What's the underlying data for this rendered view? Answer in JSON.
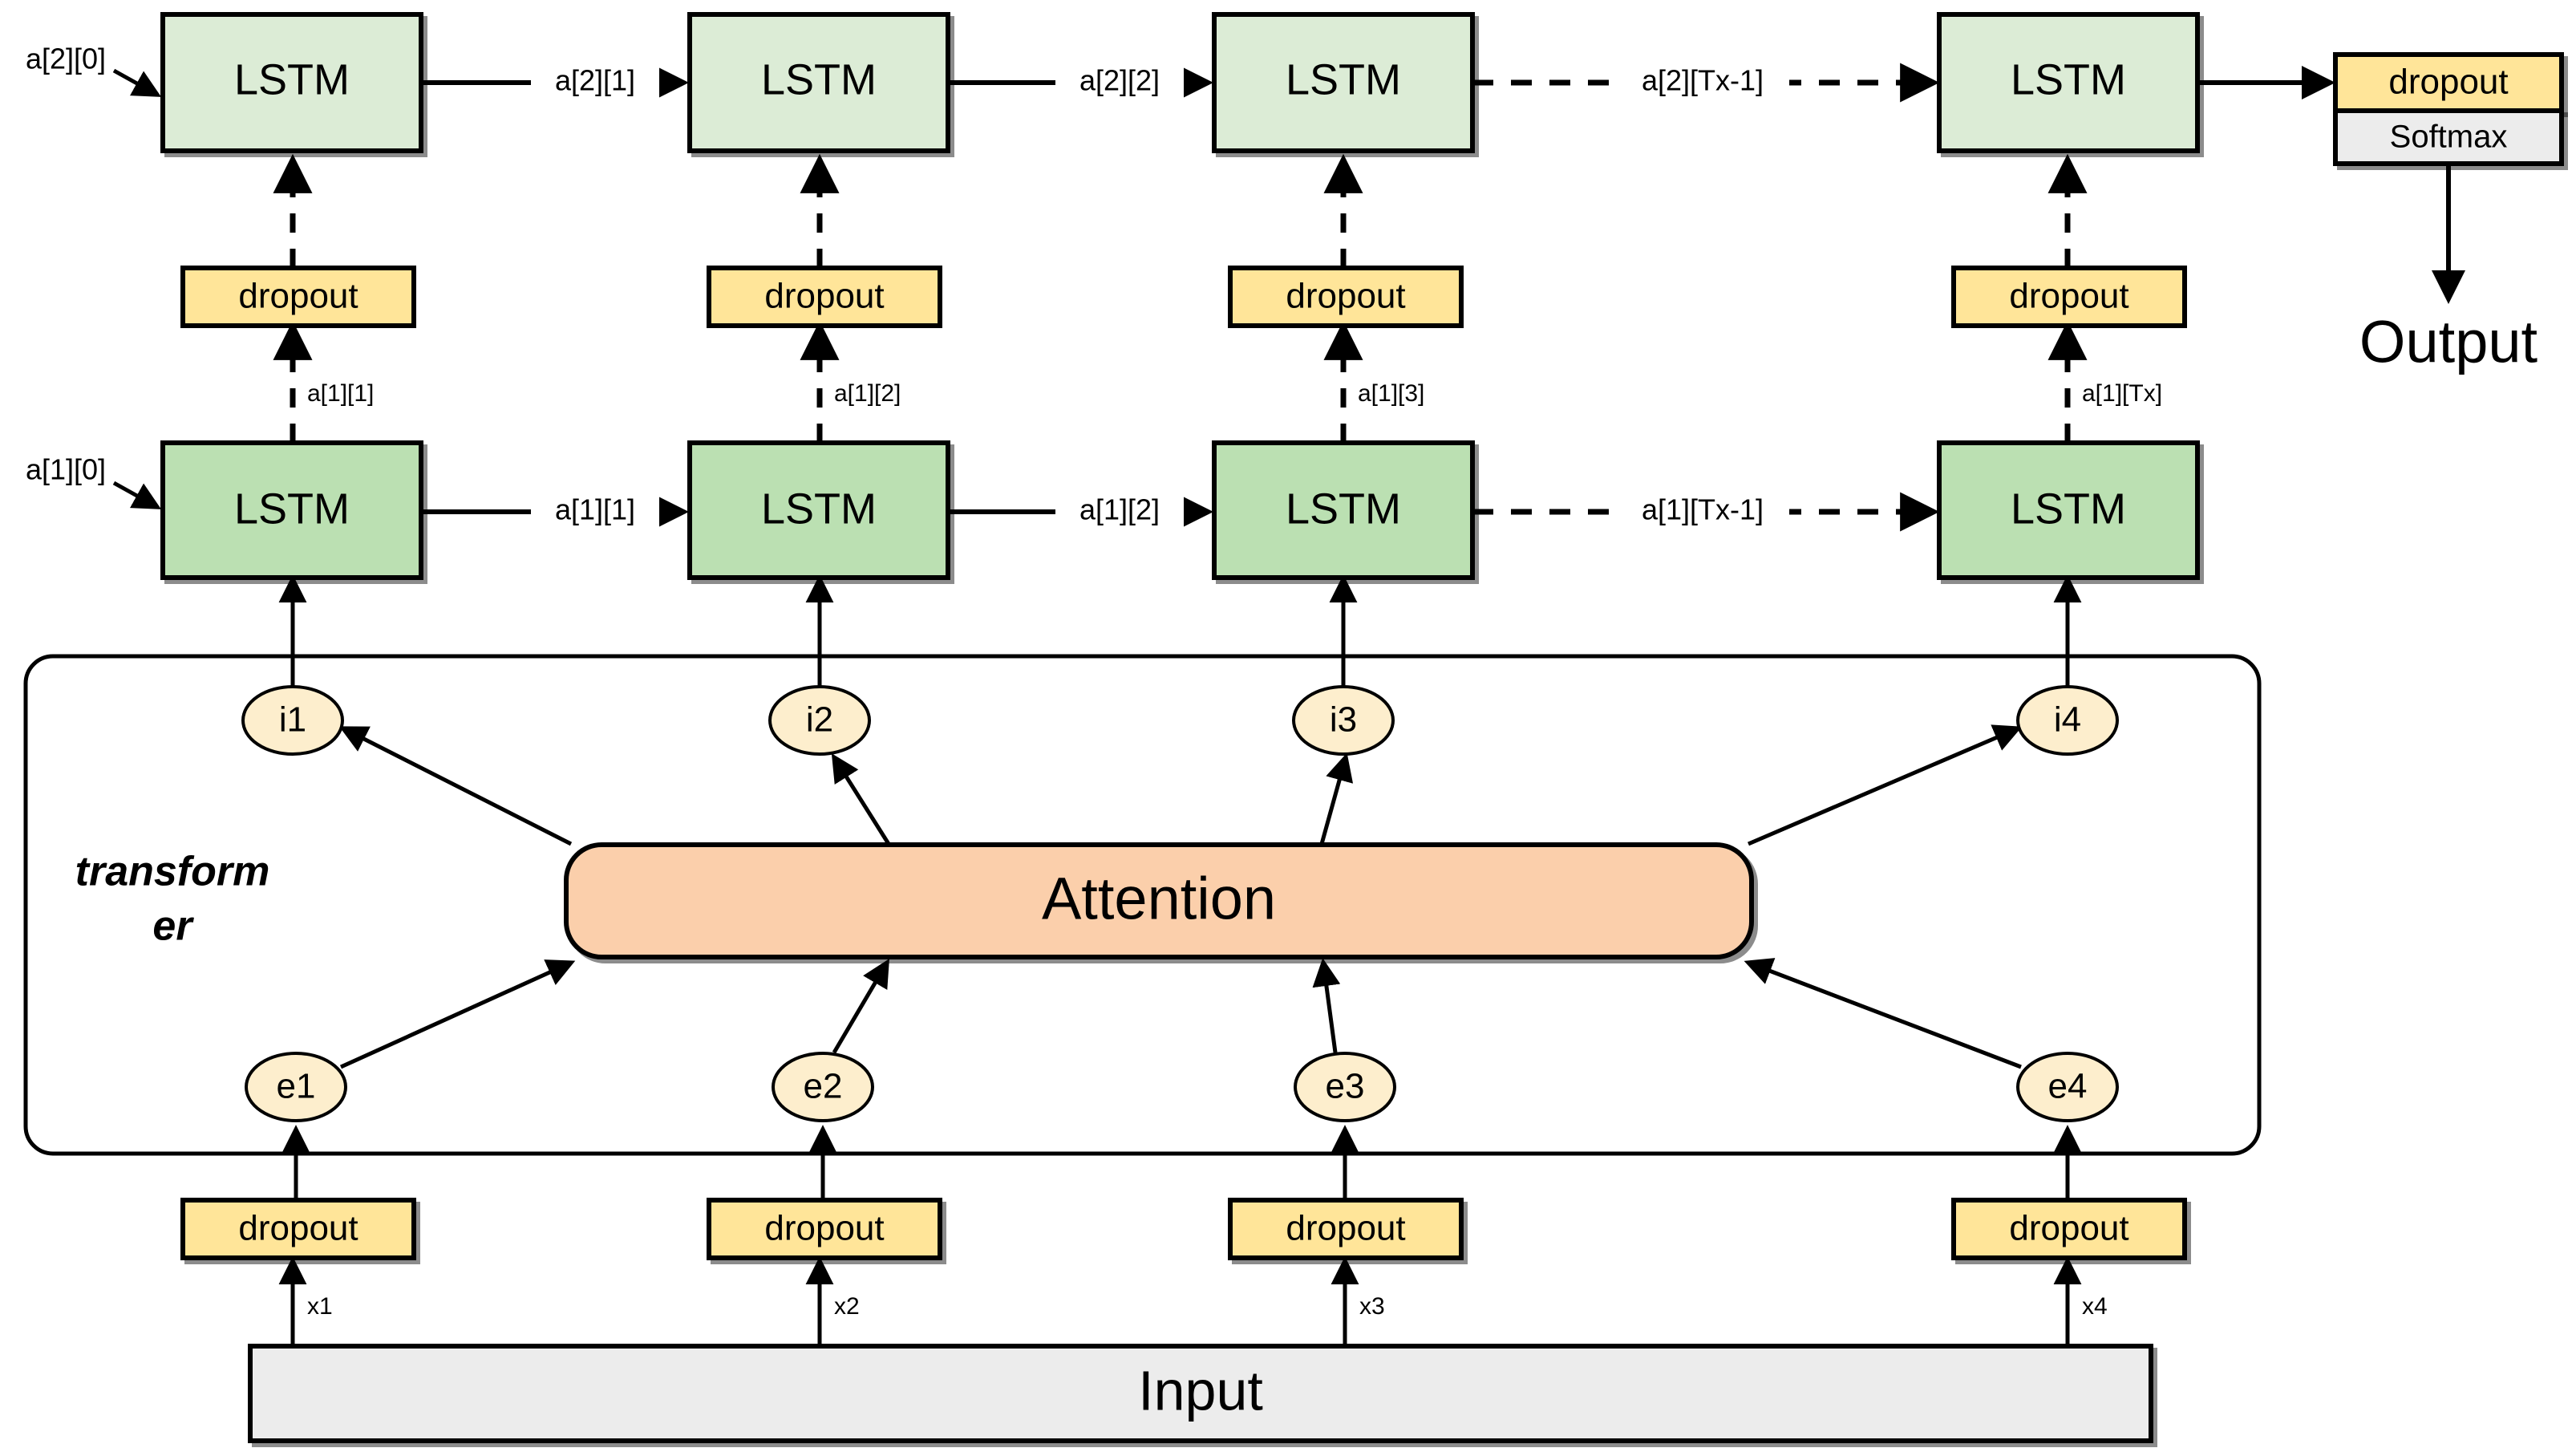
{
  "diagram": {
    "title": "Two-layer LSTM with transformer attention block",
    "colors": {
      "lstm_row_top": "#dcecd6",
      "lstm_row_bottom": "#bbe0b2",
      "dropout": "#ffe599",
      "softmax": "#ececec",
      "attention": "#fbcfab",
      "input": "#ececec",
      "oval": "#fdeecd",
      "stroke": "#000000"
    },
    "transformer_label": [
      "transform",
      "er"
    ],
    "attention_label": "Attention",
    "input_label": "Input",
    "output_label": "Output",
    "softmax_label": "Softmax",
    "lstm_label": "LSTM",
    "dropout_label": "dropout",
    "lstm_row_top": {
      "cells": [
        {
          "label": "LSTM",
          "init_state": "a[2][0]"
        },
        {
          "label": "LSTM"
        },
        {
          "label": "LSTM"
        },
        {
          "label": "LSTM"
        }
      ],
      "horizontal_labels": [
        "a[2][1]",
        "a[2][2]",
        "a[2][Tx-1]"
      ]
    },
    "lstm_row_bottom": {
      "cells": [
        {
          "label": "LSTM",
          "init_state": "a[1][0]"
        },
        {
          "label": "LSTM"
        },
        {
          "label": "LSTM"
        },
        {
          "label": "LSTM"
        }
      ],
      "horizontal_labels": [
        "a[1][1]",
        "a[1][2]",
        "a[1][Tx-1]"
      ]
    },
    "vertical_labels_mid": [
      "a[1][1]",
      "a[1][2]",
      "a[1][3]",
      "a[1][Tx]"
    ],
    "dropout_row_mid": [
      "dropout",
      "dropout",
      "dropout",
      "dropout"
    ],
    "dropout_row_bottom": [
      "dropout",
      "dropout",
      "dropout",
      "dropout"
    ],
    "input_edge_labels": [
      "x1",
      "x2",
      "x3",
      "x4"
    ],
    "i_nodes": [
      "i1",
      "i2",
      "i3",
      "i4"
    ],
    "e_nodes": [
      "e1",
      "e2",
      "e3",
      "e4"
    ],
    "output_block": {
      "dropout_label": "dropout",
      "softmax_label": "Softmax",
      "output_label": "Output"
    }
  }
}
